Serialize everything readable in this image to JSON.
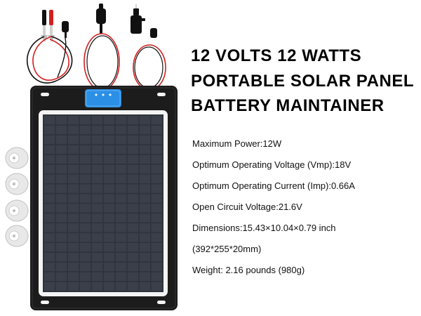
{
  "product": {
    "title_lines": [
      "12 VOLTS 12 WATTS",
      "PORTABLE SOLAR PANEL",
      "BATTERY MAINTAINER"
    ],
    "specs": [
      "Maximum Power:12W",
      "Optimum Operating Voltage (Vmp):18V",
      "Optimum Operating Current (Imp):0.66A",
      "Open Circuit Voltage:21.6V",
      "Dimensions:15.43×10.04×0.79 inch",
      "(392*255*20mm)",
      "Weight: 2.16 pounds (980g)"
    ]
  },
  "illustration": {
    "icons": [
      "alligator-clips-icon",
      "sae-connector-icon",
      "cigarette-plug-icon",
      "solar-panel-icon",
      "junction-box-icon",
      "suction-cup-icon"
    ],
    "colors": {
      "frame": "#1c1c1c",
      "cell": "#3a3f4a",
      "panel_border": "#f4f4f4",
      "junction_box": "#2b8fe6",
      "wire_red": "#d21f1f",
      "wire_black": "#111111",
      "suction_cup": "#e8e8e8"
    }
  }
}
